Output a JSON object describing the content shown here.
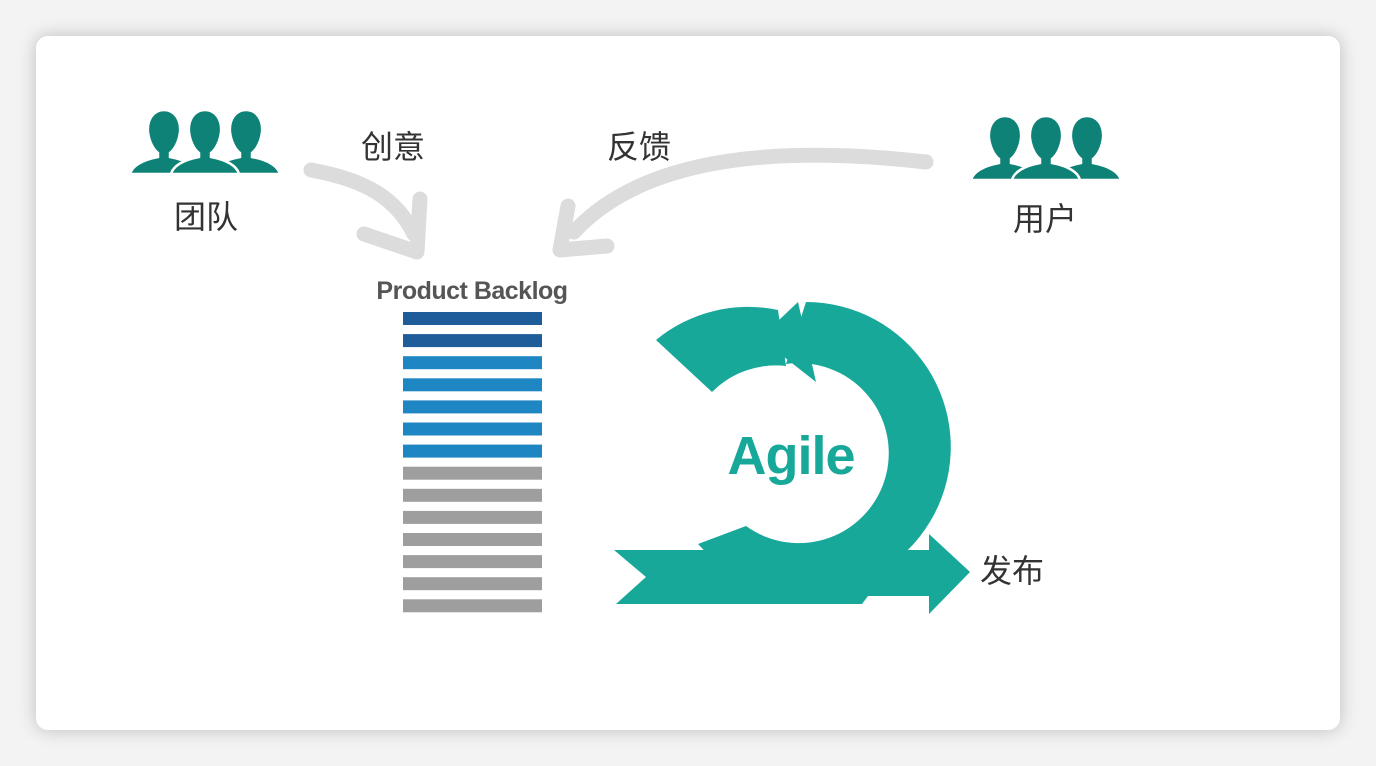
{
  "labels": {
    "team": "团队",
    "ideas": "创意",
    "feedback": "反馈",
    "users": "用户",
    "backlog_title": "Product Backlog",
    "agile": "Agile",
    "release": "发布"
  },
  "icons": {
    "team_group": "people-group-icon",
    "users_group": "people-group-icon"
  },
  "backlog": {
    "item_colors": [
      "#1f5c9a",
      "#1f5c9a",
      "#1f86c4",
      "#1f86c4",
      "#1f86c4",
      "#1f86c4",
      "#1f86c4",
      "#9e9e9e",
      "#9e9e9e",
      "#9e9e9e",
      "#9e9e9e",
      "#9e9e9e",
      "#9e9e9e",
      "#9e9e9e"
    ]
  },
  "colors": {
    "teal": "#17a89a",
    "people": "#0f8277",
    "arrow_gray": "#dcdcdc",
    "text": "#333333",
    "agile_text": "#17a89a"
  }
}
